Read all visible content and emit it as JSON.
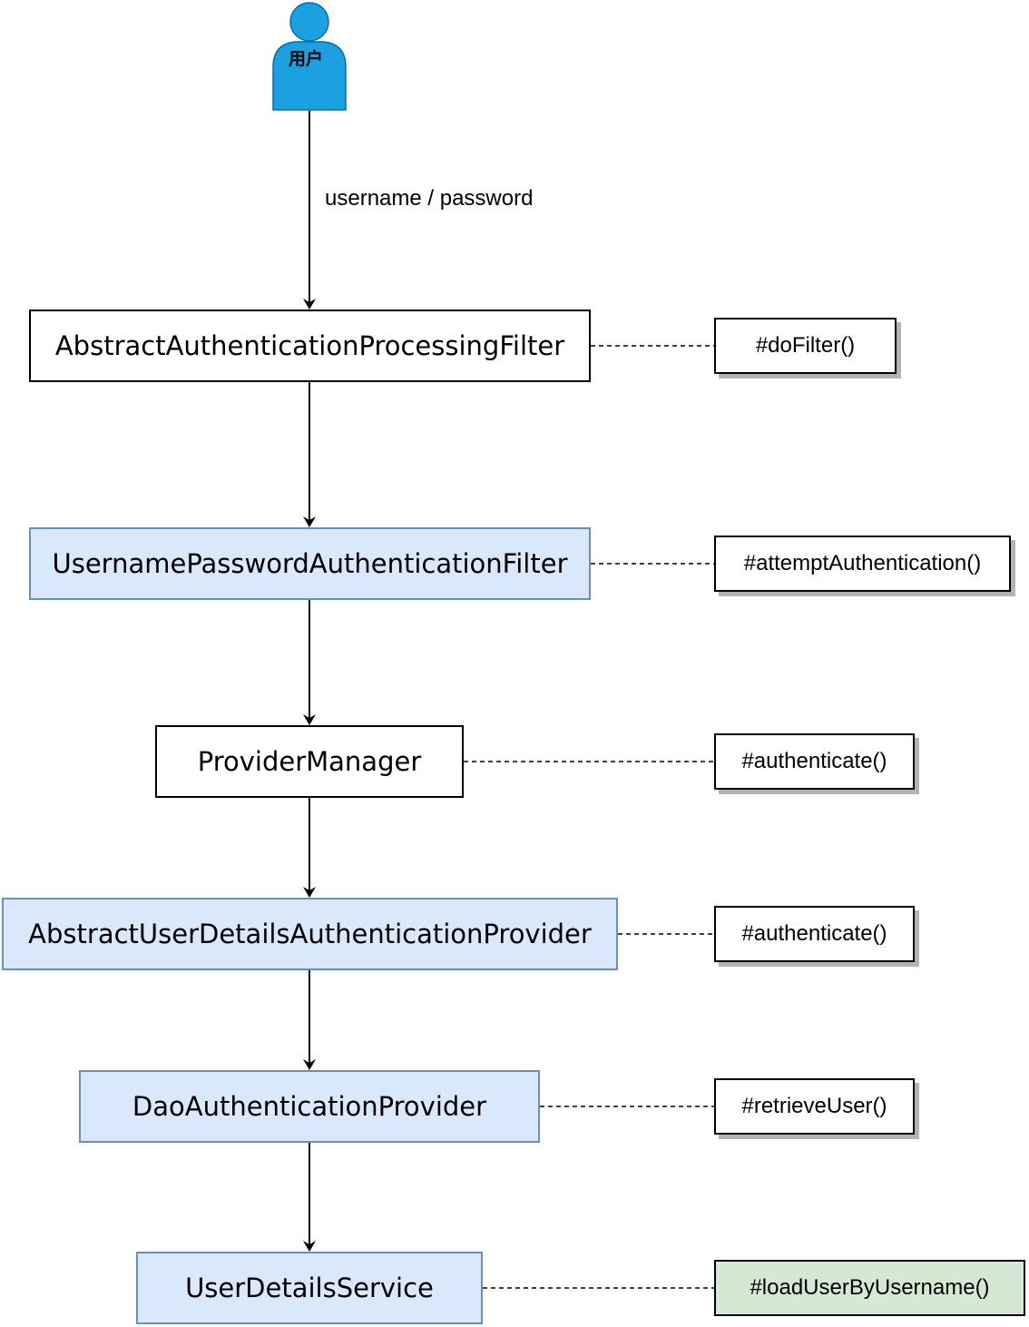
{
  "actor": {
    "label": "用户",
    "color": "#1ba1e2"
  },
  "edge_label": "username / password",
  "nodes": [
    {
      "label": "AbstractAuthenticationProcessingFilter",
      "style": "plain",
      "note": "#doFilter()"
    },
    {
      "label": "UsernamePasswordAuthenticationFilter",
      "style": "blue",
      "note": "#attemptAuthentication()"
    },
    {
      "label": "ProviderManager",
      "style": "plain",
      "note": "#authenticate()"
    },
    {
      "label": "AbstractUserDetailsAuthenticationProvider",
      "style": "blue",
      "note": "#authenticate()"
    },
    {
      "label": "DaoAuthenticationProvider",
      "style": "blue",
      "note": "#retrieveUser()"
    },
    {
      "label": "UserDetailsService",
      "style": "blue",
      "note": "#loadUserByUsername()"
    }
  ],
  "colors": {
    "blue_fill": "#dae8fc",
    "blue_border": "#6c8ebf",
    "green_fill": "#d5e8d4",
    "shadow": "#b3b3b3"
  }
}
